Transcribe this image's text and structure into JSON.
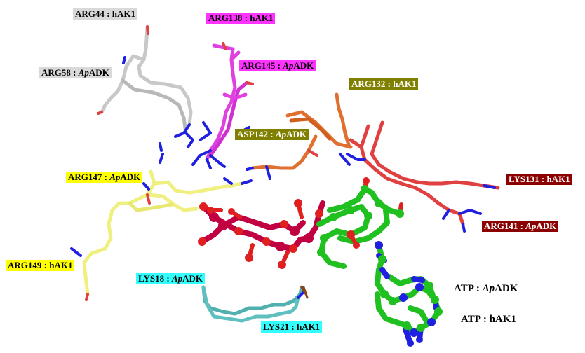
{
  "labels": [
    {
      "id": "arg44",
      "res": "ARG44",
      "sep": " : ",
      "sp_it": "",
      "sp": "hAK1",
      "bg": "#d9d9d9",
      "fg": "#000000"
    },
    {
      "id": "arg138",
      "res": "ARG138",
      "sep": " : ",
      "sp_it": "",
      "sp": "hAK1",
      "bg": "#ff33ff",
      "fg": "#000000"
    },
    {
      "id": "arg58",
      "res": "ARG58",
      "sep": " : ",
      "sp_it": "Ap",
      "sp": "ADK",
      "bg": "#d9d9d9",
      "fg": "#000000"
    },
    {
      "id": "arg145",
      "res": "ARG145",
      "sep": " : ",
      "sp_it": "Ap",
      "sp": "ADK",
      "bg": "#ff33ff",
      "fg": "#000000"
    },
    {
      "id": "arg132",
      "res": "ARG132",
      "sep": " : ",
      "sp_it": "",
      "sp": "hAK1",
      "bg": "#808000",
      "fg": "#ffffff"
    },
    {
      "id": "asp142",
      "res": "ASP142",
      "sep": " : ",
      "sp_it": "Ap",
      "sp": "ADK",
      "bg": "#808000",
      "fg": "#ffffff"
    },
    {
      "id": "arg147",
      "res": "ARG147",
      "sep": " : ",
      "sp_it": "Ap",
      "sp": "ADK",
      "bg": "#ffff00",
      "fg": "#000000"
    },
    {
      "id": "lys131",
      "res": "LYS131",
      "sep": " : ",
      "sp_it": "",
      "sp": "hAK1",
      "bg": "#8b0000",
      "fg": "#ffffff"
    },
    {
      "id": "arg141",
      "res": "ARG141",
      "sep": " : ",
      "sp_it": "Ap",
      "sp": "ADK",
      "bg": "#8b0000",
      "fg": "#ffffff"
    },
    {
      "id": "arg149",
      "res": "ARG149",
      "sep": " : ",
      "sp_it": "",
      "sp": "hAK1",
      "bg": "#ffff00",
      "fg": "#000000"
    },
    {
      "id": "lys18",
      "res": "LYS18",
      "sep": " : ",
      "sp_it": "Ap",
      "sp": "ADK",
      "bg": "#33ffff",
      "fg": "#000000"
    },
    {
      "id": "lys21",
      "res": "LYS21",
      "sep": " : ",
      "sp_it": "",
      "sp": "hAK1",
      "bg": "#33ffff",
      "fg": "#000000"
    },
    {
      "id": "atp_ap",
      "res": "ATP",
      "sep": " : ",
      "sp_it": "Ap",
      "sp": "ADK",
      "bg": "",
      "fg": "#000000"
    },
    {
      "id": "atp_h",
      "res": "ATP",
      "sep": " : ",
      "sp_it": "",
      "sp": "hAK1",
      "bg": "",
      "fg": "#000000"
    }
  ],
  "colors": {
    "grey_residue": "#c8c8c8",
    "magenta_residue": "#e040e0",
    "orange_residue": "#e07030",
    "red_residue": "#e04040",
    "yellow_residue": "#f0f080",
    "cyan_residue": "#50b0b0",
    "atp_phosphate": "#c00040",
    "atp_oxygen": "#e02020",
    "atp_carbon": "#20c020",
    "nitrogen": "#2020e0"
  }
}
